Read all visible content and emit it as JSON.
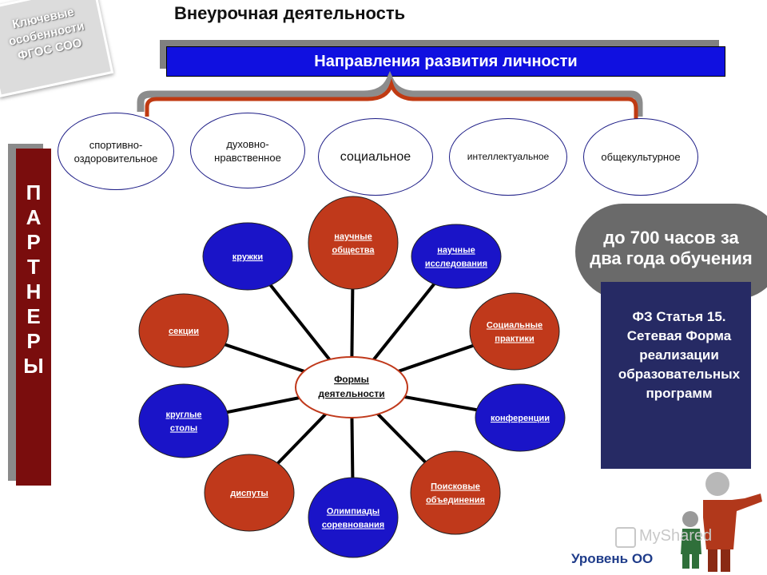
{
  "sticker": {
    "text": "Ключевые особенности ФГОС СОО"
  },
  "title": "Внеурочная деятельность",
  "banner": {
    "text": "Направления развития личности"
  },
  "directions": [
    {
      "label": "спортивно-оздоровительное"
    },
    {
      "label": "духовно-нравственное"
    },
    {
      "label": "социальное"
    },
    {
      "label": "интеллектуальное"
    },
    {
      "label": "общекультурное"
    }
  ],
  "partners": {
    "text": "ПАРТНЕРЫ"
  },
  "wheel": {
    "center": {
      "label": "Формы деятельности"
    },
    "nodes": [
      {
        "label": "научные общества",
        "color": "#c0391b"
      },
      {
        "label": "научные исследования",
        "color": "#1a14c8"
      },
      {
        "label": "Социальные практики",
        "color": "#c0391b"
      },
      {
        "label": "конференции",
        "color": "#1a14c8"
      },
      {
        "label": "Поисковые объединения",
        "color": "#c0391b"
      },
      {
        "label": "Олимпиады соревнования",
        "color": "#1a14c8"
      },
      {
        "label": "диспуты",
        "color": "#c0391b"
      },
      {
        "label": "круглые столы",
        "color": "#1a14c8"
      },
      {
        "label": "секции",
        "color": "#c0391b"
      },
      {
        "label": "кружки",
        "color": "#1a14c8"
      }
    ]
  },
  "hours": {
    "line1": "до 700 часов за",
    "line2": "два года обучения"
  },
  "law": {
    "text": "ФЗ Статья 15. Сетевая Форма реализации образовательных программ"
  },
  "level": {
    "text": "Уровень ОО"
  },
  "watermark": {
    "text": "MyShared"
  },
  "colors": {
    "banner": "#1010e0",
    "partners": "#7a0d0d",
    "law_box": "#262a64",
    "hours_box": "#6a6a6a",
    "bracket": "#c03a12"
  }
}
